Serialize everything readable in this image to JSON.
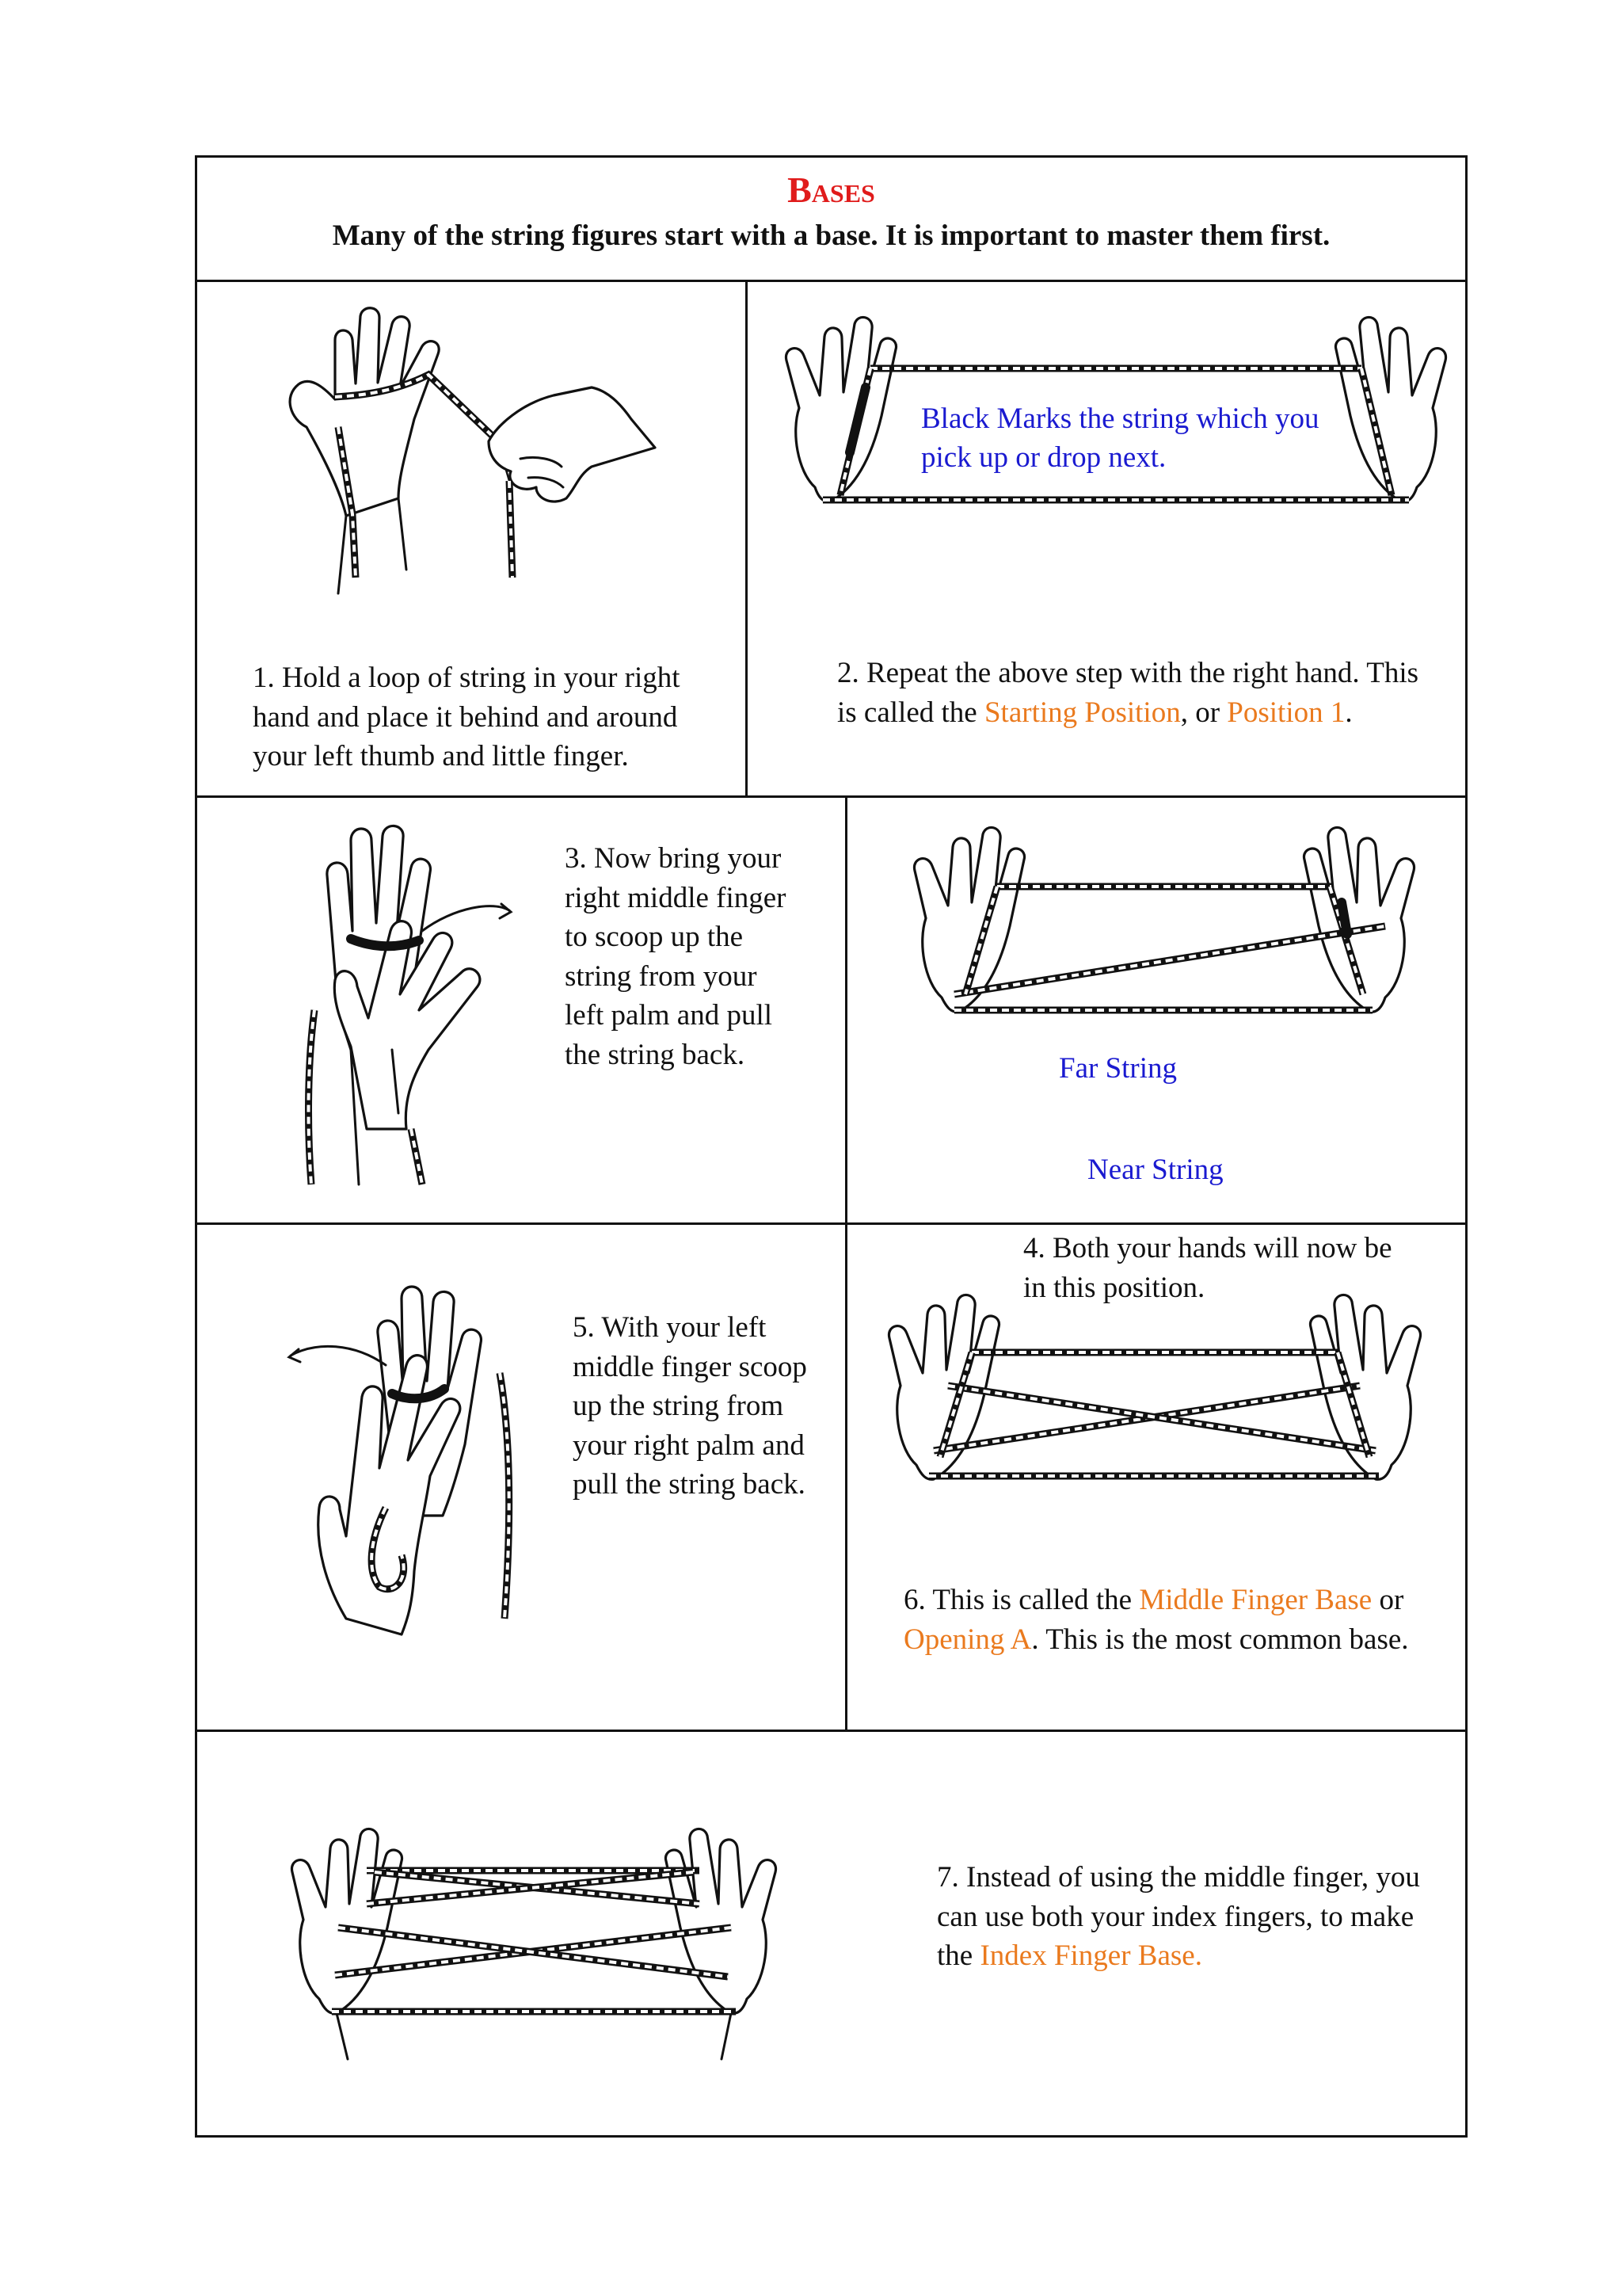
{
  "header": {
    "title": "Bases",
    "subtitle": "Many of the string figures start with a base. It is important to master them first."
  },
  "steps": [
    {
      "text": "1. Hold a loop of string in your right hand and place it behind and around your left thumb and little finger."
    },
    {
      "text_a": "2. Repeat the above step with the right hand. This is called the ",
      "highlight1": "Starting Position",
      "text_b": ", or ",
      "highlight2": "Position 1",
      "text_c": ".",
      "note": "Black Marks the string which you pick up or drop next."
    },
    {
      "text": "3. Now bring your right middle finger to scoop up the string from your left palm and pull the string back."
    },
    {
      "text": "4. Both your hands will now be in this position.",
      "far_label": "Far String",
      "near_label": "Near String"
    },
    {
      "text": "5. With your left middle finger scoop up the string from your right palm and pull the string back."
    },
    {
      "text_a": "6. This is called the ",
      "highlight1": "Middle Finger Base",
      "text_b": " or ",
      "highlight2": "Opening A",
      "text_c": ". This is the most common base."
    },
    {
      "text_a": "7. Instead of using the middle finger, you can use both your index fingers, to make the ",
      "highlight1": "Index Finger Base."
    }
  ],
  "colors": {
    "title": "#e01b1b",
    "highlight": "#ea7a1e",
    "label": "#1a1ad0",
    "border": "#111111"
  },
  "icons": [
    "hand-illustration",
    "string-loop-illustration",
    "curved-arrow-icon"
  ]
}
